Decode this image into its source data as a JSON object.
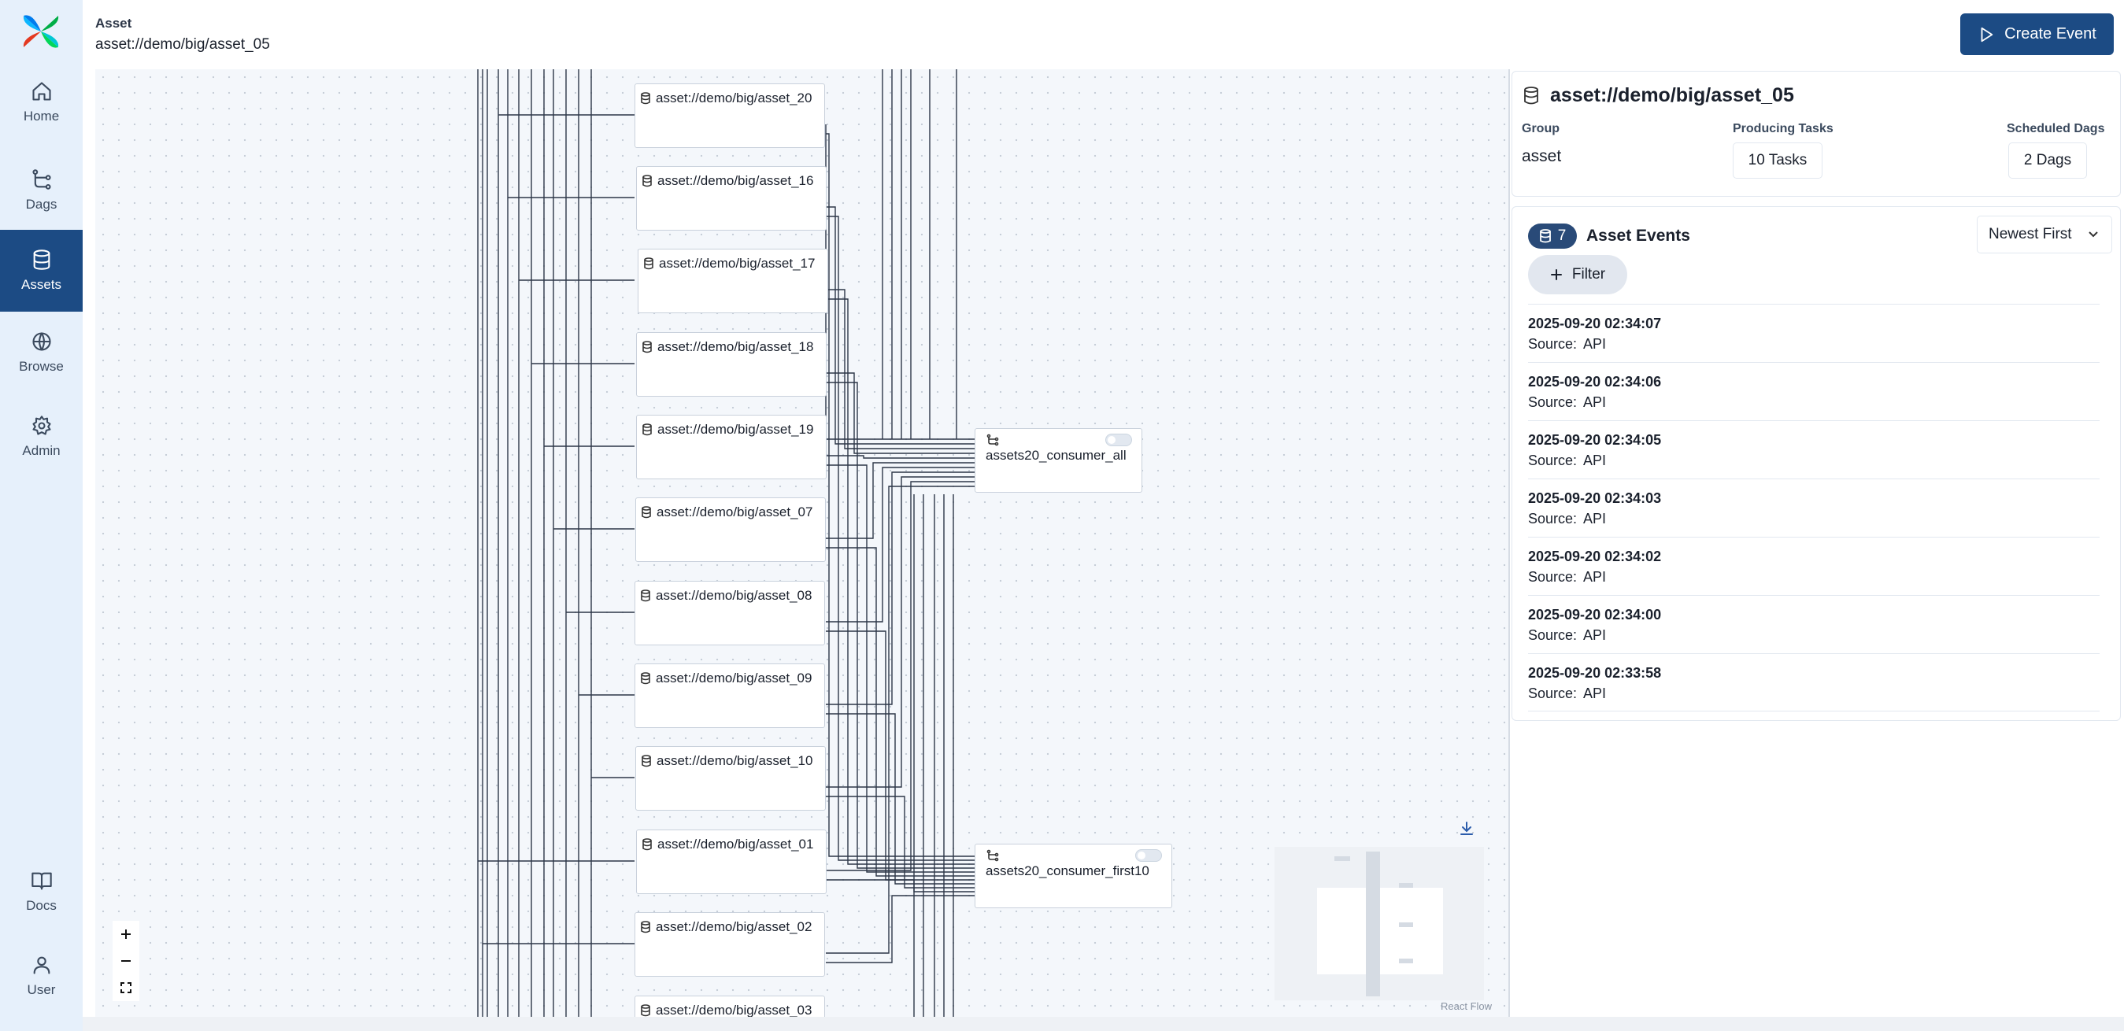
{
  "nav": {
    "items": [
      {
        "label": "Home",
        "icon": "home-icon"
      },
      {
        "label": "Dags",
        "icon": "dags-icon"
      },
      {
        "label": "Assets",
        "icon": "database-icon",
        "active": true
      },
      {
        "label": "Browse",
        "icon": "globe-icon"
      },
      {
        "label": "Admin",
        "icon": "gear-icon"
      },
      {
        "label": "Docs",
        "icon": "book-icon"
      },
      {
        "label": "User",
        "icon": "user-icon"
      }
    ]
  },
  "header": {
    "label": "Asset",
    "value": "asset://demo/big/asset_05",
    "create_event_label": "Create Event"
  },
  "graph": {
    "asset_nodes": [
      "asset://demo/big/asset_20",
      "asset://demo/big/asset_16",
      "asset://demo/big/asset_17",
      "asset://demo/big/asset_18",
      "asset://demo/big/asset_19",
      "asset://demo/big/asset_07",
      "asset://demo/big/asset_08",
      "asset://demo/big/asset_09",
      "asset://demo/big/asset_10",
      "asset://demo/big/asset_01",
      "asset://demo/big/asset_02",
      "asset://demo/big/asset_03"
    ],
    "dag_nodes": [
      "assets20_consumer_all",
      "assets20_consumer_first10"
    ],
    "attribution": "React Flow"
  },
  "details": {
    "title": "asset://demo/big/asset_05",
    "group_label": "Group",
    "group_value": "asset",
    "producing_label": "Producing Tasks",
    "producing_value": "10 Tasks",
    "scheduled_label": "Scheduled Dags",
    "scheduled_value": "2 Dags"
  },
  "events": {
    "count": "7",
    "title": "Asset Events",
    "sort_selected": "Newest First",
    "filter_label": "Filter",
    "source_label": "Source:",
    "items": [
      {
        "timestamp": "2025-09-20 02:34:07",
        "source": "API"
      },
      {
        "timestamp": "2025-09-20 02:34:06",
        "source": "API"
      },
      {
        "timestamp": "2025-09-20 02:34:05",
        "source": "API"
      },
      {
        "timestamp": "2025-09-20 02:34:03",
        "source": "API"
      },
      {
        "timestamp": "2025-09-20 02:34:02",
        "source": "API"
      },
      {
        "timestamp": "2025-09-20 02:34:00",
        "source": "API"
      },
      {
        "timestamp": "2025-09-20 02:33:58",
        "source": "API"
      }
    ]
  },
  "colors": {
    "nav_active": "#1c4b84",
    "nav_bg": "#e6f0fb",
    "primary_button": "#1c4b84",
    "badge": "#294a78"
  }
}
